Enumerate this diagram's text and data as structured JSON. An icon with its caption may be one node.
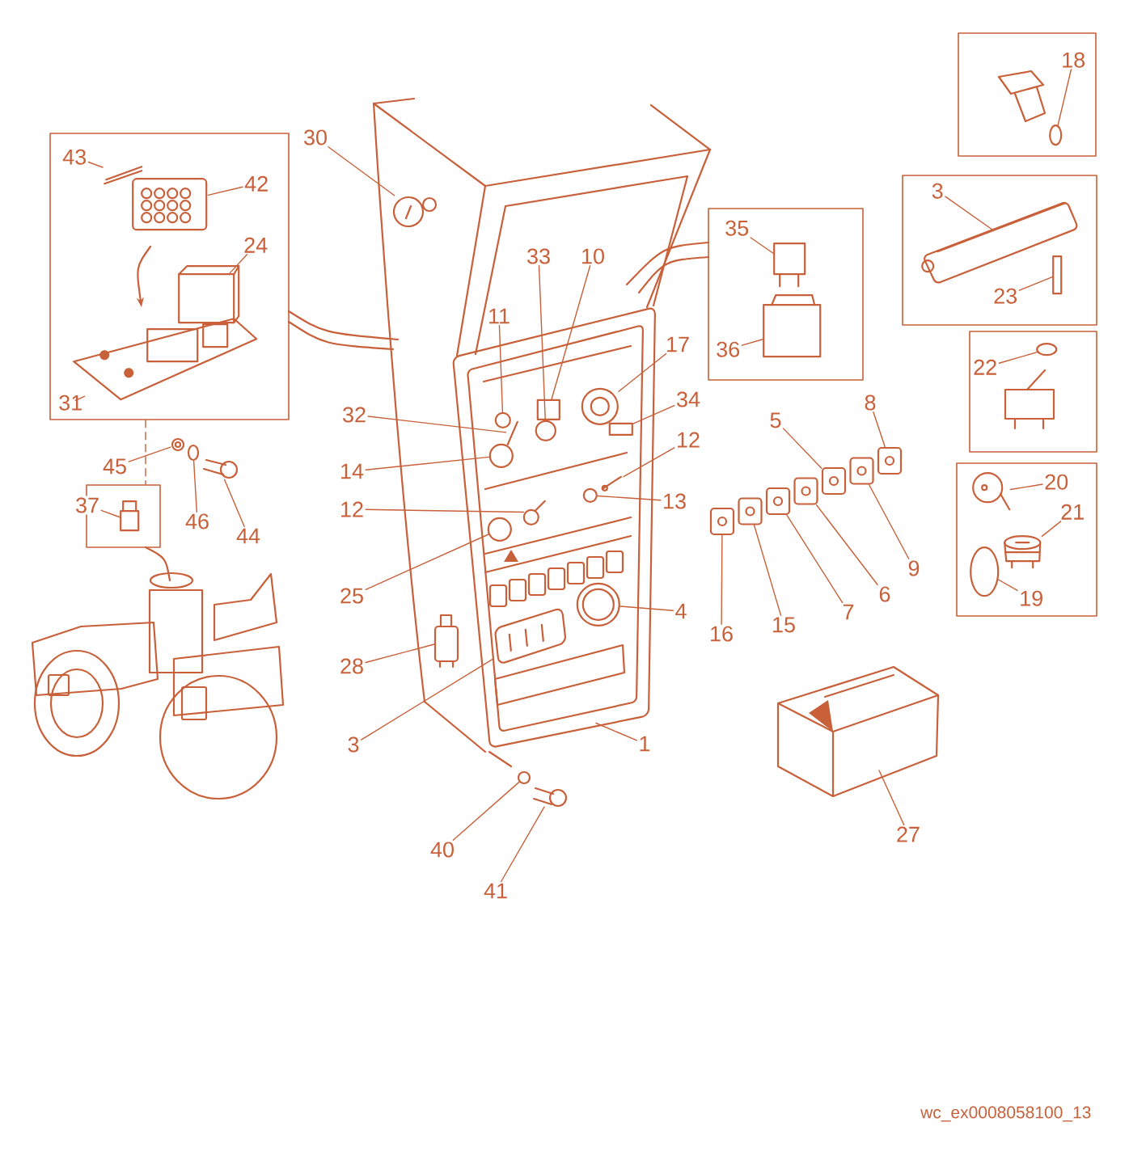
{
  "diagram": {
    "nodes": [
      {
        "text": [],
        "shape": "box"
      },
      {
        "text": [
          "43"
        ],
        "in": 0
      },
      {
        "text": [
          "42"
        ],
        "in": 0
      },
      {
        "text": [
          "24"
        ],
        "in": 0
      },
      {
        "text": [
          "31"
        ],
        "in": 0
      },
      {
        "text": [
          "30"
        ]
      },
      {
        "text": [],
        "shape": "box"
      },
      {
        "text": [
          "18"
        ],
        "in": 6
      },
      {
        "text": [],
        "shape": "box"
      },
      {
        "text": [
          "3"
        ],
        "in": 8
      },
      {
        "text": [
          "23"
        ],
        "in": 8
      },
      {
        "text": [],
        "shape": "box"
      },
      {
        "text": [
          "35"
        ],
        "in": 11
      },
      {
        "text": [
          "36"
        ],
        "in": 11
      },
      {
        "text": [
          "33"
        ]
      },
      {
        "text": [
          "10"
        ]
      },
      {
        "text": [
          "11"
        ]
      },
      {
        "text": [
          "17"
        ]
      },
      {
        "text": [],
        "shape": "box"
      },
      {
        "text": [
          "22"
        ],
        "in": 18
      },
      {
        "text": [
          "34"
        ]
      },
      {
        "text": [
          "32"
        ]
      },
      {
        "text": [
          "12"
        ]
      },
      {
        "text": [
          "8"
        ]
      },
      {
        "text": [
          "5"
        ]
      },
      {
        "text": [
          "14"
        ]
      },
      {
        "text": [],
        "shape": "box"
      },
      {
        "text": [
          "20"
        ],
        "in": 26
      },
      {
        "text": [
          "21"
        ],
        "in": 26
      },
      {
        "text": [],
        "shape": "box"
      },
      {
        "text": [
          "37"
        ]
      },
      {
        "text": [
          "45"
        ]
      },
      {
        "text": [
          "46"
        ]
      },
      {
        "text": [
          "44"
        ]
      },
      {
        "text": [
          "13"
        ]
      },
      {
        "text": [
          "12"
        ]
      },
      {
        "text": [
          "25"
        ]
      },
      {
        "text": [
          "9"
        ]
      },
      {
        "text": [
          "6"
        ]
      },
      {
        "text": [
          "19"
        ],
        "in": 26
      },
      {
        "text": [
          "4"
        ]
      },
      {
        "text": [
          "7"
        ]
      },
      {
        "text": [
          "15"
        ]
      },
      {
        "text": [
          "16"
        ]
      },
      {
        "text": [
          "28"
        ]
      },
      {
        "text": [
          "3"
        ]
      },
      {
        "text": [
          "1"
        ]
      },
      {
        "text": [
          "27"
        ]
      },
      {
        "text": [
          "40"
        ]
      },
      {
        "text": [
          "41"
        ]
      },
      {
        "text": [],
        "shape": "picture"
      },
      {
        "text": [],
        "shape": "picture",
        "in": 0
      },
      {
        "text": [],
        "shape": "picture",
        "in": 0
      },
      {
        "text": [],
        "shape": "box",
        "in": 0
      },
      {
        "text": [],
        "shape": "picture",
        "in": 0
      },
      {
        "text": [],
        "shape": "picture"
      },
      {
        "text": [],
        "shape": "circle",
        "in": 6
      },
      {
        "text": [],
        "shape": "picture",
        "in": 8
      },
      {
        "text": [],
        "shape": "box",
        "in": 8
      },
      {
        "text": [],
        "shape": "picture",
        "in": 11
      },
      {
        "text": [],
        "shape": "box",
        "in": 11
      },
      {
        "text": [],
        "shape": "circle",
        "in": 50
      },
      {
        "text": [],
        "shape": "box",
        "in": 50
      },
      {
        "text": [],
        "shape": "circle",
        "in": 50
      },
      {
        "text": [],
        "shape": "picture",
        "in": 50
      },
      {
        "text": [],
        "shape": "circle",
        "in": 18
      },
      {
        "text": [],
        "shape": "box",
        "in": 50
      },
      {
        "text": [],
        "shape": "picture",
        "in": 50
      },
      {
        "text": [],
        "shape": "picture",
        "in": 50
      },
      {
        "text": [],
        "shape": "picture"
      },
      {
        "text": [],
        "shape": "picture"
      },
      {
        "text": [],
        "shape": "circle",
        "in": 50
      },
      {
        "text": [],
        "shape": "picture",
        "in": 26
      },
      {
        "text": [],
        "shape": "picture",
        "in": 26
      },
      {
        "text": [],
        "shape": "box",
        "in": 29
      },
      {
        "text": [],
        "shape": "picture"
      },
      {
        "text": [],
        "shape": "circle"
      },
      {
        "text": [],
        "shape": "picture"
      },
      {
        "text": [],
        "shape": "circle",
        "in": 50
      },
      {
        "text": [],
        "shape": "picture",
        "in": 50
      },
      {
        "text": [],
        "shape": "circle",
        "in": 50
      },
      {
        "text": [],
        "shape": "picture"
      },
      {
        "text": [],
        "shape": "picture"
      },
      {
        "text": [],
        "shape": "picture"
      },
      {
        "text": [],
        "shape": "circle",
        "in": 26
      },
      {
        "text": [],
        "shape": "picture",
        "in": 50
      },
      {
        "text": [],
        "shape": "picture"
      },
      {
        "text": [],
        "shape": "picture"
      },
      {
        "text": [],
        "shape": "picture"
      },
      {
        "text": [],
        "shape": "picture",
        "in": 50
      },
      {
        "text": [],
        "shape": "picture"
      },
      {
        "text": [],
        "shape": "circle"
      },
      {
        "text": [],
        "shape": "picture"
      }
    ],
    "edges": [
      {
        "from": 1,
        "to": 51,
        "arrow": "none"
      },
      {
        "from": 2,
        "to": 52,
        "arrow": "none"
      },
      {
        "from": 3,
        "to": 53,
        "arrow": "none"
      },
      {
        "from": 4,
        "to": 54,
        "arrow": "none"
      },
      {
        "from": 5,
        "to": 55,
        "arrow": "none"
      },
      {
        "from": 7,
        "to": 56,
        "arrow": "none"
      },
      {
        "from": 9,
        "to": 57,
        "arrow": "none"
      },
      {
        "from": 10,
        "to": 58,
        "arrow": "none"
      },
      {
        "from": 12,
        "to": 59,
        "arrow": "none"
      },
      {
        "from": 13,
        "to": 60,
        "arrow": "none"
      },
      {
        "from": 14,
        "to": 61,
        "arrow": "none"
      },
      {
        "from": 15,
        "to": 62,
        "arrow": "none"
      },
      {
        "from": 16,
        "to": 63,
        "arrow": "none"
      },
      {
        "from": 17,
        "to": 64,
        "arrow": "none"
      },
      {
        "from": 19,
        "to": 65,
        "arrow": "none"
      },
      {
        "from": 20,
        "to": 66,
        "arrow": "none"
      },
      {
        "from": 21,
        "to": 67,
        "arrow": "none"
      },
      {
        "from": 22,
        "to": 68,
        "arrow": "none"
      },
      {
        "from": 23,
        "to": 69,
        "arrow": "none"
      },
      {
        "from": 24,
        "to": 70,
        "arrow": "none"
      },
      {
        "from": 25,
        "to": 71,
        "arrow": "none"
      },
      {
        "from": 27,
        "to": 72,
        "arrow": "none"
      },
      {
        "from": 28,
        "to": 73,
        "arrow": "none"
      },
      {
        "from": 30,
        "to": 74,
        "arrow": "none"
      },
      {
        "from": 31,
        "to": 75,
        "arrow": "none"
      },
      {
        "from": 32,
        "to": 76,
        "arrow": "none"
      },
      {
        "from": 33,
        "to": 77,
        "arrow": "none"
      },
      {
        "from": 34,
        "to": 78,
        "arrow": "none"
      },
      {
        "from": 35,
        "to": 79,
        "arrow": "none"
      },
      {
        "from": 36,
        "to": 80,
        "arrow": "none"
      },
      {
        "from": 37,
        "to": 81,
        "arrow": "none"
      },
      {
        "from": 38,
        "to": 82,
        "arrow": "none"
      },
      {
        "from": 39,
        "to": 84,
        "arrow": "none"
      },
      {
        "from": 40,
        "to": 85,
        "arrow": "none"
      },
      {
        "from": 41,
        "to": 83,
        "arrow": "none"
      },
      {
        "from": 42,
        "to": 86,
        "arrow": "none"
      },
      {
        "from": 43,
        "to": 87,
        "arrow": "none"
      },
      {
        "from": 44,
        "to": 88,
        "arrow": "none"
      },
      {
        "from": 45,
        "to": 89,
        "arrow": "none"
      },
      {
        "from": 46,
        "to": 50,
        "arrow": "none"
      },
      {
        "from": 47,
        "to": 90,
        "arrow": "none"
      },
      {
        "from": 48,
        "to": 91,
        "arrow": "none"
      },
      {
        "from": 49,
        "to": 92,
        "arrow": "none"
      },
      {
        "from": 0,
        "to": 29,
        "arrow": "none",
        "style": "dashed"
      }
    ],
    "labels": [
      "wc_ex0008058100_13"
    ]
  }
}
